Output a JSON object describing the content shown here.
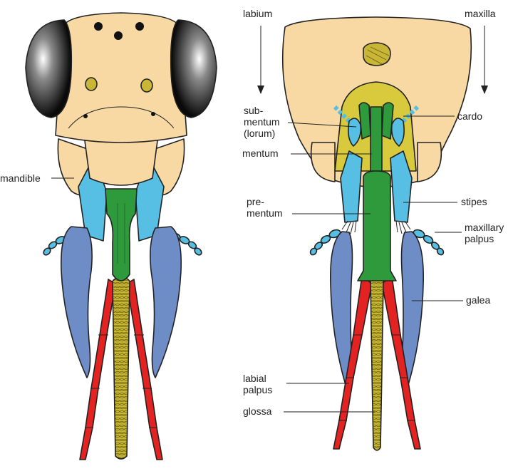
{
  "labels": {
    "mandible": "mandible",
    "labium": "labium",
    "maxilla": "maxilla",
    "submentum_1": "sub-",
    "submentum_2": "mentum",
    "submentum_3": "(lorum)",
    "cardo": "cardo",
    "mentum": "mentum",
    "prementum_1": "pre-",
    "prementum_2": "mentum",
    "stipes": "stipes",
    "maxillary_palpus_1": "maxillary",
    "maxillary_palpus_2": "palpus",
    "galea": "galea",
    "labial_palpus_1": "labial",
    "labial_palpus_2": "palpus",
    "glossa": "glossa"
  },
  "colors": {
    "head": "#F9D9A3",
    "eye": "#111111",
    "ocellus_spot": "#C9B536",
    "stipes": "#57BFE3",
    "galea": "#6E8CC6",
    "prementum": "#2E9A3C",
    "labial_palpus": "#E32222",
    "glossa": "#C8B833",
    "submentum": "#D9C93C",
    "outline": "#222222"
  }
}
